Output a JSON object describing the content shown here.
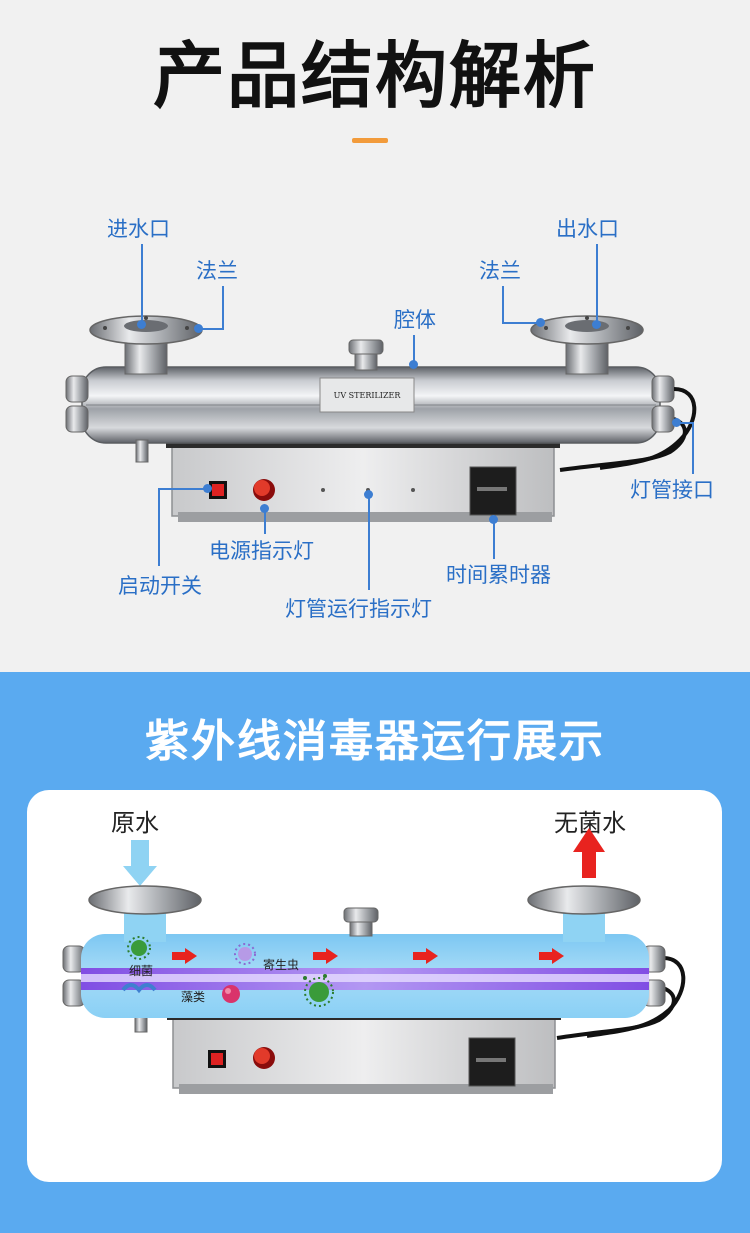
{
  "header": {
    "title": "产品结构解析"
  },
  "machine": {
    "label_plate": "UV STERILIZER"
  },
  "labels": {
    "inlet": "进水口",
    "flange_left": "法兰",
    "chamber": "腔体",
    "flange_right": "法兰",
    "outlet": "出水口",
    "lamp_connector": "灯管接口",
    "power_indicator": "电源指示灯",
    "start_switch": "启动开关",
    "timer": "时间累时器",
    "lamp_indicator": "灯管运行指示灯"
  },
  "demo": {
    "title": "紫外线消毒器运行展示",
    "raw_water": "原水",
    "sterile_water": "无菌水",
    "bacteria": "细菌",
    "parasite": "寄生虫",
    "algae": "藻类"
  },
  "colors": {
    "accent_orange": "#f29b3b",
    "label_blue": "#2a6fc6",
    "section_blue": "#5aaaf0",
    "arrow_red": "#e8231f"
  }
}
